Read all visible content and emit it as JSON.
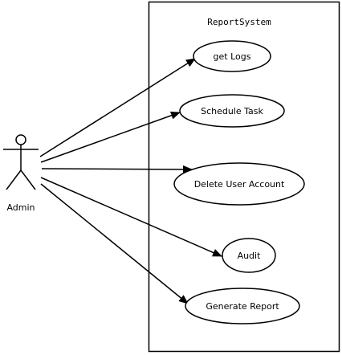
{
  "system": {
    "name": "ReportSystem"
  },
  "actor": {
    "name": "Admin"
  },
  "use_cases": [
    {
      "label": "get Logs"
    },
    {
      "label": "Schedule Task"
    },
    {
      "label": "Delete User Account"
    },
    {
      "label": "Audit"
    },
    {
      "label": "Generate Report"
    }
  ],
  "colors": {
    "stroke": "#000000",
    "background": "#ffffff"
  }
}
